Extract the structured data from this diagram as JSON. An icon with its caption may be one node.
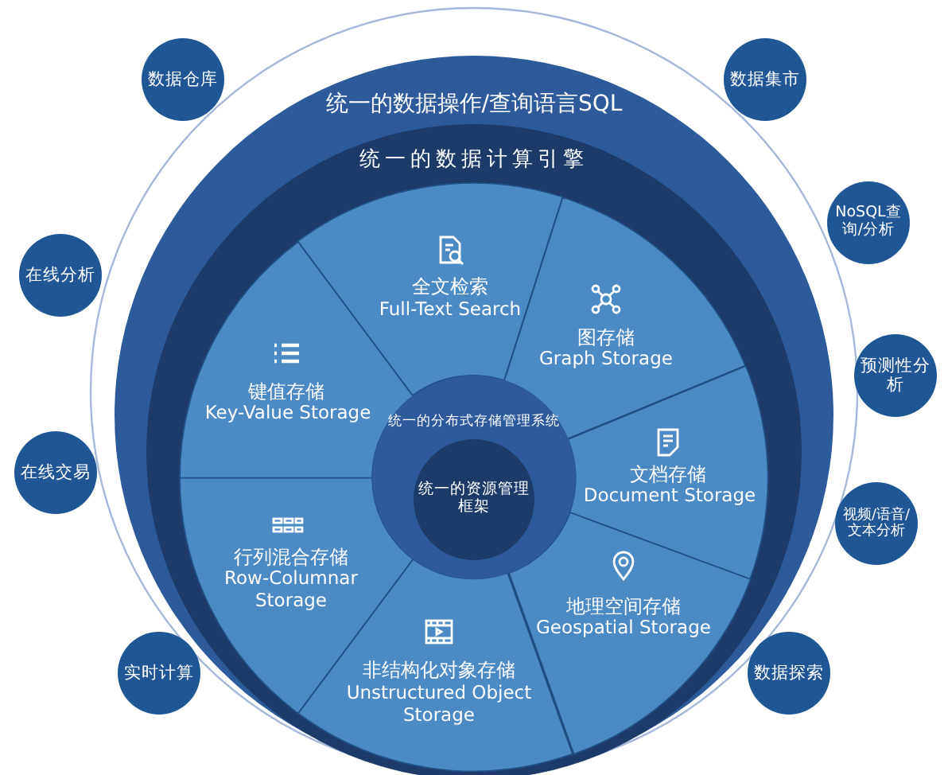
{
  "diagram": {
    "nodes": [
      {
        "text": [
          "统一的数据操作/查询语言SQL"
        ]
      },
      {
        "text": [
          "统一的数据计算引擎"
        ],
        "in": 0
      },
      {
        "text": [
          "全文检索",
          "Full-Text Search"
        ],
        "in": 1
      },
      {
        "text": [
          "图存储",
          "Graph Storage"
        ],
        "in": 1
      },
      {
        "text": [
          "文档存储",
          "Document Storage"
        ],
        "in": 1
      },
      {
        "text": [
          "地理空间存储",
          "Geospatial Storage"
        ],
        "in": 1
      },
      {
        "text": [
          "非结构化对象存储",
          "Unstructured Object Storage"
        ],
        "in": 1
      },
      {
        "text": [
          "行列混合存储",
          "Row-Columnar Storage"
        ],
        "in": 1
      },
      {
        "text": [
          "键值存储",
          "Key-Value Storage"
        ],
        "in": 1
      },
      {
        "text": [
          "统一的分布式存储管理系统"
        ],
        "in": 1
      },
      {
        "text": [
          "统一的资源管理框架"
        ],
        "in": 9
      },
      {
        "text": [
          "数据仓库"
        ]
      },
      {
        "text": [
          "数据集市"
        ]
      },
      {
        "text": [
          "NoSQL查询/分析"
        ]
      },
      {
        "text": [
          "在线分析"
        ]
      },
      {
        "text": [
          "预测性分析"
        ]
      },
      {
        "text": [
          "在线交易"
        ]
      },
      {
        "text": [
          "视频/语音/文本分析"
        ]
      },
      {
        "text": [
          "实时计算"
        ]
      },
      {
        "text": [
          "数据探索"
        ]
      }
    ]
  }
}
